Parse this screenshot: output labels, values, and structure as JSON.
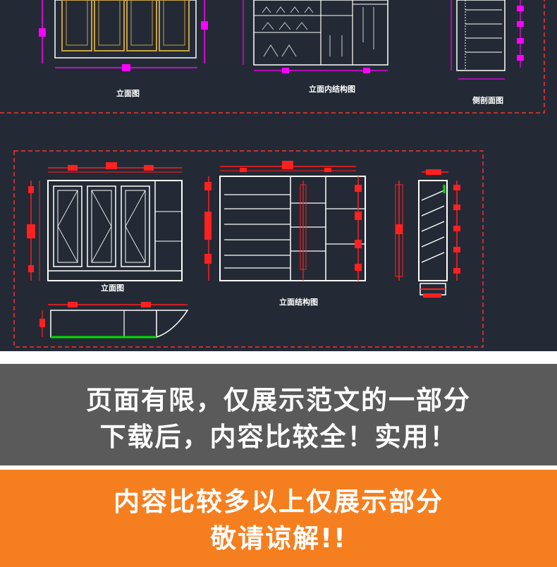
{
  "drawing": {
    "labels": {
      "top_elevation": "立面图",
      "top_inner_structure": "立面内结构图",
      "top_side_section": "侧剖面图",
      "bottom_elevation": "立面图",
      "bottom_structure": "立面结构图"
    }
  },
  "banner_grey": {
    "line1": "页面有限，仅展示范文的一部分",
    "line2": "下载后，内容比较全！实用！"
  },
  "banner_orange": {
    "line1": "内容比较多以上仅展示部分",
    "line2": "敬请谅解!!"
  },
  "colors": {
    "cad_background": "#232a35",
    "dimension_red": "#ff2020",
    "magenta": "#ff00ff",
    "grey_banner": "#5a5a5a",
    "orange_banner": "#f57f1f"
  }
}
